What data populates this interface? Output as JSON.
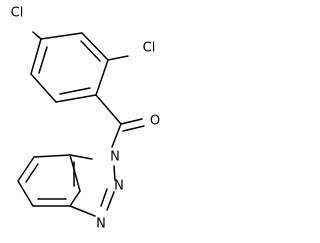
{
  "molecule": {
    "atoms": {
      "cl_left": "Cl",
      "cl_right": "Cl",
      "oxygen": "O",
      "n1": "N",
      "n2": "N",
      "n3": "N"
    }
  }
}
